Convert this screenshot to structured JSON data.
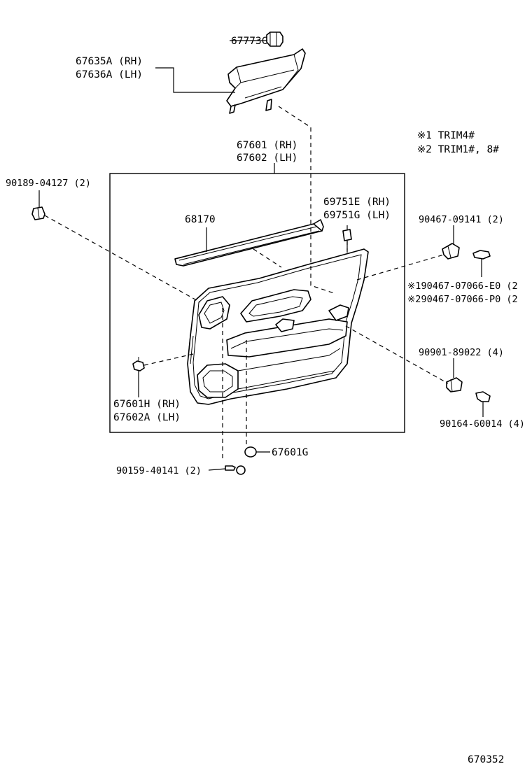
{
  "diagram": {
    "figure_number": "670352",
    "notes": [
      "※1 TRIM4#",
      "※2 TRIM1#, 8#"
    ],
    "labels": {
      "clip_top": "67773C",
      "bracket_rh": "67635A (RH)",
      "bracket_lh": "67636A (LH)",
      "panel_rh": "67601 (RH)",
      "panel_lh": "67602 (LH)",
      "clip_left": "90189-04127 (2)",
      "weatherstrip": "68170",
      "retainer_rh": "69751E (RH)",
      "retainer_lh": "69751G (LH)",
      "screw_right": "90467-09141 (2)",
      "clip_note1": "※190467-07066-E0 (2",
      "clip_note2": "※290467-07066-P0 (2",
      "nut_right": "90901-89022 (4)",
      "screw_bottom_right": "90164-60014 (4)",
      "cap_rh": "67601H (RH)",
      "cap_lh": "67602A (LH)",
      "plug": "67601G",
      "screw_bottom": "90159-40141 (2)"
    }
  }
}
